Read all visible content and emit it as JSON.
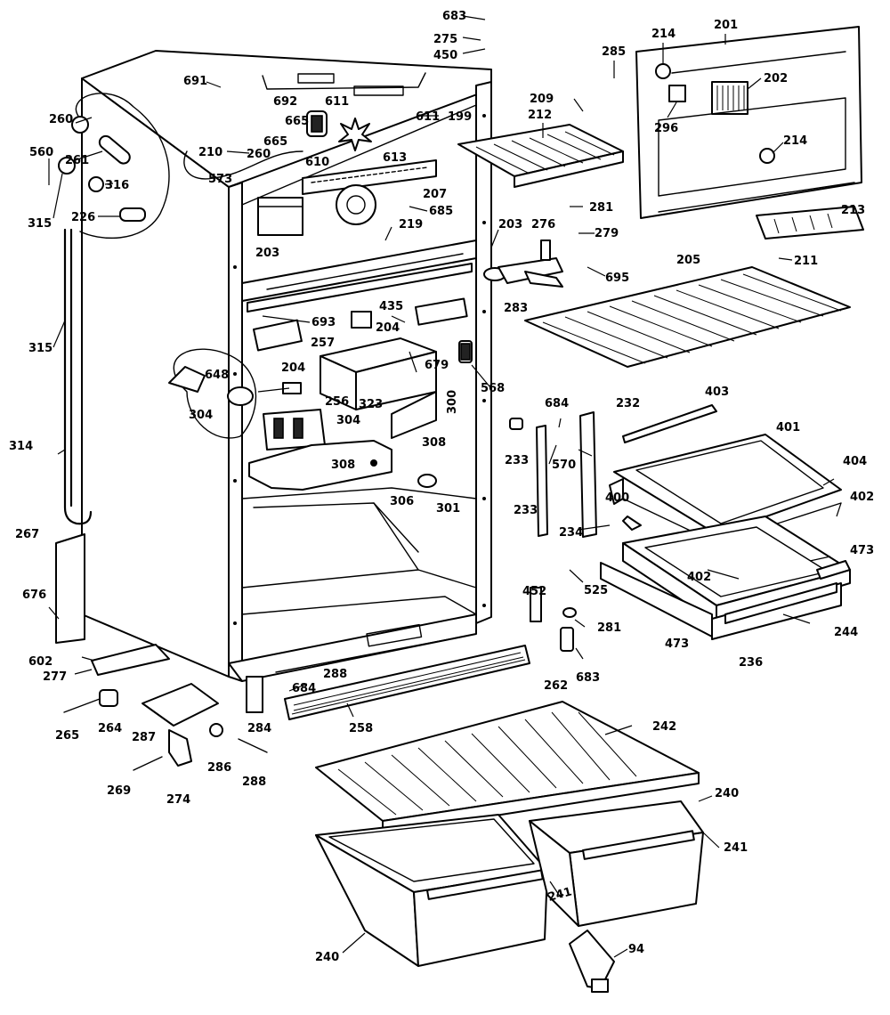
{
  "labels": {
    "l_683a": "683",
    "l_275": "275",
    "l_450": "450",
    "l_285": "285",
    "l_214a": "214",
    "l_201": "201",
    "l_691": "691",
    "l_692": "692",
    "l_611a": "611",
    "l_611b": "611",
    "l_199": "199",
    "l_260a": "260",
    "l_209": "209",
    "l_212": "212",
    "l_202": "202",
    "l_296": "296",
    "l_214b": "214",
    "l_665a": "665",
    "l_665b": "665",
    "l_610": "610",
    "l_210": "210",
    "l_260b": "260",
    "l_613": "613",
    "l_261": "261",
    "l_560": "560",
    "l_573": "573",
    "l_207": "207",
    "l_316": "316",
    "l_315a": "315",
    "l_226": "226",
    "l_685": "685",
    "l_281a": "281",
    "l_213": "213",
    "l_219": "219",
    "l_203a": "203",
    "l_276": "276",
    "l_279": "279",
    "l_205": "205",
    "l_211": "211",
    "l_203b": "203",
    "l_695": "695",
    "l_283": "283",
    "l_315b": "315",
    "l_435": "435",
    "l_693": "693",
    "l_204a": "204",
    "l_257": "257",
    "l_204b": "204",
    "l_679": "679",
    "l_648": "648",
    "l_568": "568",
    "l_256": "256",
    "l_323": "323",
    "l_300": "300",
    "l_304a": "304",
    "l_304b": "304",
    "l_403": "403",
    "l_684a": "684",
    "l_232": "232",
    "l_401": "401",
    "l_308a": "308",
    "l_233a": "233",
    "l_570": "570",
    "l_404": "404",
    "l_314": "314",
    "l_306": "306",
    "l_308b": "308",
    "l_301": "301",
    "l_400": "400",
    "l_233b": "233",
    "l_402a": "402",
    "l_234": "234",
    "l_267": "267",
    "l_473a": "473",
    "l_402b": "402",
    "l_525": "525",
    "l_452": "452",
    "l_676": "676",
    "l_281b": "281",
    "l_244": "244",
    "l_473b": "473",
    "l_602": "602",
    "l_236": "236",
    "l_277": "277",
    "l_262": "262",
    "l_683b": "683",
    "l_288a": "288",
    "l_684b": "684",
    "l_265": "265",
    "l_264": "264",
    "l_287": "287",
    "l_284": "284",
    "l_258": "258",
    "l_242": "242",
    "l_286": "286",
    "l_269": "269",
    "l_274": "274",
    "l_288b": "288",
    "l_240a": "240",
    "l_241a": "241",
    "l_241b": "241",
    "l_240b": "240",
    "l_94": "94"
  }
}
